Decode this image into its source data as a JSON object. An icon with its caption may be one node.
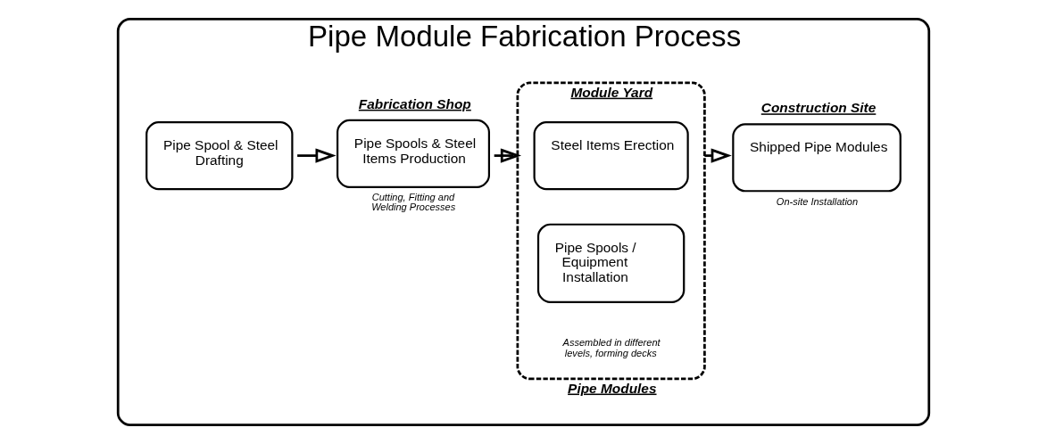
{
  "diagram": {
    "nodes": [
      {
        "text": [
          "Pipe Module Fabrication Process"
        ]
      },
      {
        "text": [
          "Pipe Spool & Steel Drafting"
        ],
        "in": 0
      },
      {
        "text": [
          "Fabrication Shop",
          "Pipe Spools & Steel Items Production"
        ],
        "beside": [
          "Cutting, Fitting and Welding Processes"
        ],
        "in": 0
      },
      {
        "text": [
          "Module Yard",
          "Pipe Modules"
        ],
        "beside": [
          "Assembled in different levels, forming decks"
        ],
        "in": 0
      },
      {
        "text": [
          "Steel Items Erection"
        ],
        "in": 3
      },
      {
        "text": [
          "Pipe Spools / Equipment Installation"
        ],
        "in": 3
      },
      {
        "text": [
          "Construction Site",
          "Shipped Pipe Modules"
        ],
        "beside": [
          "On-site Installation"
        ],
        "in": 0
      }
    ],
    "edges": [
      {
        "from": 1,
        "to": 2,
        "arrow": "to"
      },
      {
        "from": 2,
        "to": 3,
        "arrow": "to"
      },
      {
        "from": 3,
        "to": 6,
        "arrow": "to"
      }
    ]
  }
}
